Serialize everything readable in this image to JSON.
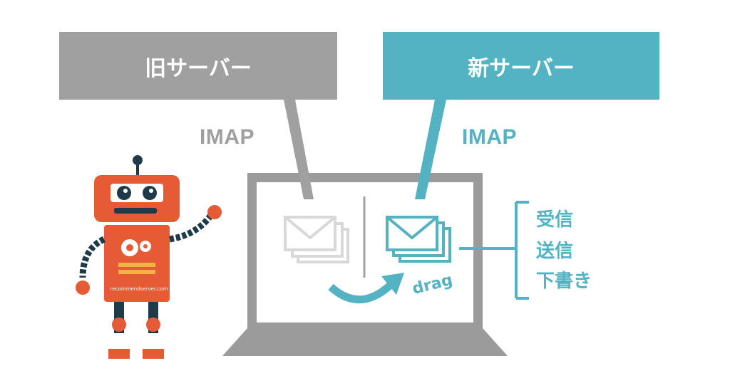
{
  "servers": {
    "old": {
      "label": "旧サーバー",
      "protocol": "IMAP",
      "color": "#a0a0a0"
    },
    "new": {
      "label": "新サーバー",
      "protocol": "IMAP",
      "color": "#54b3c2"
    }
  },
  "action": {
    "label": "drag"
  },
  "folders": [
    "受信",
    "送信",
    "下書き"
  ],
  "robot": {
    "text": "recommendserver.com"
  },
  "colors": {
    "robot": "#e65a35",
    "robot_dark": "#1f3a48",
    "accent_yellow": "#f2b544",
    "laptop": "#9b9b9b"
  },
  "icons": [
    "mail-stack-icon",
    "drag-arrow-icon",
    "gear-icon",
    "robot-icon",
    "laptop-icon"
  ]
}
